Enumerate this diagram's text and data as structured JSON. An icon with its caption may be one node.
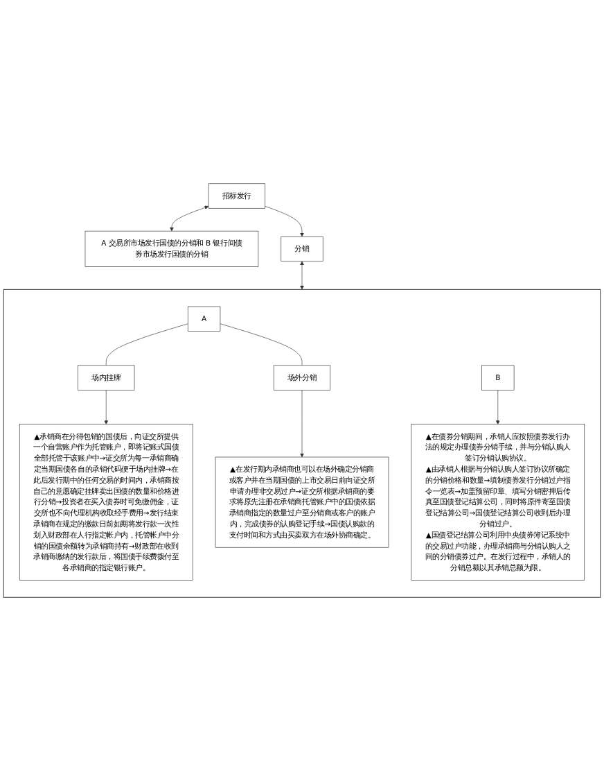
{
  "diagram": {
    "nodes": [
      {
        "text": [
          "招标发行"
        ]
      },
      {
        "text": [
          "A 交易所市场发行国债的分销和 B 银行间债券市场发行国债的分销"
        ]
      },
      {
        "text": [
          "分销"
        ]
      },
      {
        "text": [],
        "shape": "box"
      },
      {
        "text": [
          "A"
        ],
        "in": 3
      },
      {
        "text": [
          "场内挂牌"
        ],
        "in": 3
      },
      {
        "text": [
          "场外分销"
        ],
        "in": 3
      },
      {
        "text": [
          "▲在发行期内承销商也可以在场外确定分销商或客户并在当期国债的上市交易日前向证交所申请办理非交易过户→证交所根据承销商的要求将原先注册在承销商托管账户中的国债依据承销商指定的数量过户至分销商或客户的账户内，完成债券的认购登记手续→国债认购款的支付时间和方式由买卖双方在场外协商确定。"
        ],
        "in": 3
      },
      {
        "text": [
          "▲承销商在分得包销的国债后，向证交所提供一个自营账户作为托管账户，即将记账式国债全部托管于该账户中→证交所为每一承销商确定当期国债各自的承销代码便于场内挂牌→在此后发行期中的任何交易的时间内，承销商按自己的意愿确定挂牌卖出国债的数量和价格进行分销→投资者在买入债券时可免缴佣金，证交所也不向代理机构收取经手费用→发行结束承销商在规定的缴款日前如期将发行款一次性划入财政部在人行指定帐户内，托管帐户中分销的国债余额转为承销商持有→财政部在收到承销商缴纳的发行款后，将国债手续费拨付至各承销商的指定银行账户。"
        ],
        "in": 3
      },
      {
        "text": [
          "B"
        ],
        "in": 3
      },
      {
        "text": [
          "▲在债券分销期间，承销人应按照债券发行办法的规定办理债券分销手续，并与分销认购人签订分销认购协议。",
          "▲由承销人根据与分销认购人签订协议所确定的分销价格和数量→填制债券发行分销过户指令一览表→加盖预留印章、填写分销密押后传真至国债登记结算公司，同时将原件寄至国债登记结算公司→国债登记结算公司收到后办理分销过户。",
          "▲国债登记结算公司利用中央债券簿记系统中的交易过户功能，办理承销商与分销认购人之间的分销债券过户。在发行过程中，承销人的分销总额以其承销总额为限。"
        ],
        "in": 3
      }
    ],
    "edges": [
      {
        "from": 0,
        "to": 1,
        "arrow": "both"
      },
      {
        "from": 0,
        "to": 2,
        "arrow": "to"
      },
      {
        "from": 2,
        "to": 3,
        "arrow": "both"
      },
      {
        "from": 4,
        "to": 5,
        "arrow": "none"
      },
      {
        "from": 4,
        "to": 6,
        "arrow": "none"
      },
      {
        "from": 5,
        "to": 8,
        "arrow": "to"
      },
      {
        "from": 6,
        "to": 7,
        "arrow": "to"
      },
      {
        "from": 9,
        "to": 10,
        "arrow": "to"
      }
    ]
  }
}
